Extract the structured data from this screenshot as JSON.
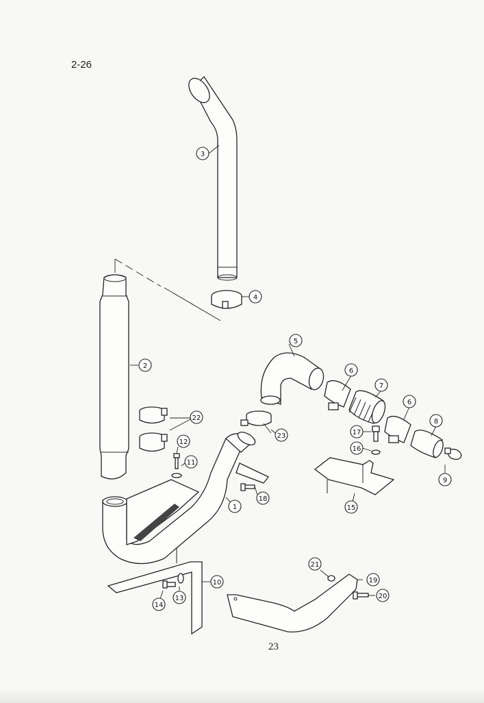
{
  "header": {
    "page_label": "2-26"
  },
  "footer": {
    "page_number": "23"
  },
  "callouts": {
    "c1": "1",
    "c2": "2",
    "c3": "3",
    "c4": "4",
    "c5": "5",
    "c6a": "6",
    "c6b": "6",
    "c7": "7",
    "c8": "8",
    "c9": "9",
    "c10": "10",
    "c11": "11",
    "c12": "12",
    "c13": "13",
    "c14": "14",
    "c15": "15",
    "c16": "16",
    "c17": "17",
    "c18": "18",
    "c19": "19",
    "c20": "20",
    "c21": "21",
    "c22": "22",
    "c23": "23"
  }
}
